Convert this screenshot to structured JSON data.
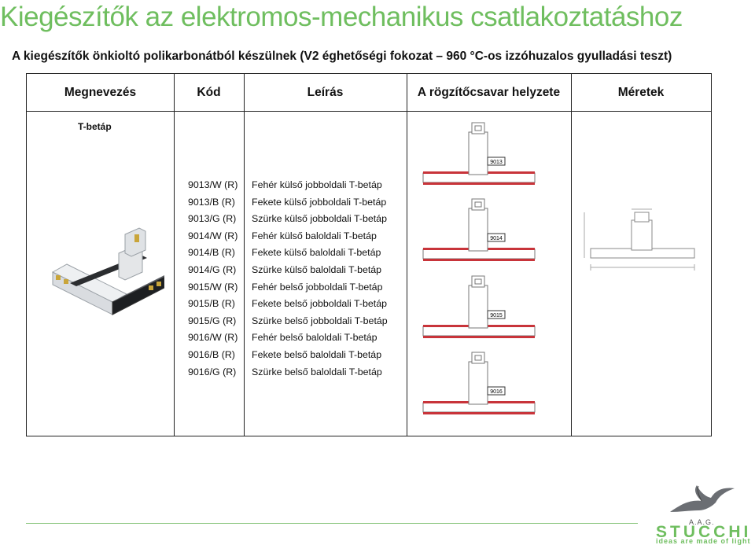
{
  "title": "Kiegészítők az elektromos-mechanikus csatlakoztatáshoz",
  "subtitle": "A kiegészítők önkioltó polikarbonátból készülnek (V2 éghetőségi fokozat – 960 °C-os izzóhuzalos gyulladási teszt)",
  "table": {
    "headers": [
      "Megnevezés",
      "Kód",
      "Leírás",
      "A rögzítőcsavar helyzete",
      "Méretek"
    ],
    "section_label": "T-betáp",
    "rows": [
      {
        "code": "9013/W (R)",
        "description": "Fehér külső jobboldali T-betáp"
      },
      {
        "code": "9013/B (R)",
        "description": "Fekete külső jobboldali T-betáp"
      },
      {
        "code": "9013/G (R)",
        "description": "Szürke külső jobboldali T-betáp"
      },
      {
        "code": "9014/W (R)",
        "description": "Fehér külső baloldali T-betáp"
      },
      {
        "code": "9014/B (R)",
        "description": "Fekete külső baloldali T-betáp"
      },
      {
        "code": "9014/G (R)",
        "description": "Szürke külső baloldali T-betáp"
      },
      {
        "code": "9015/W (R)",
        "description": "Fehér belső jobboldali T-betáp"
      },
      {
        "code": "9015/B (R)",
        "description": "Fekete belső jobboldali T-betáp"
      },
      {
        "code": "9015/G (R)",
        "description": "Szürke belső jobboldali T-betáp"
      },
      {
        "code": "9016/W (R)",
        "description": "Fehér belső baloldali T-betáp"
      },
      {
        "code": "9016/B (R)",
        "description": "Fekete belső baloldali T-betáp"
      },
      {
        "code": "9016/G (R)",
        "description": "Szürke belső baloldali T-betáp"
      }
    ],
    "drawing_tags": [
      "9013",
      "9014",
      "9015",
      "9016"
    ]
  },
  "logo": {
    "aag": "A.A.G.",
    "name": "STUCCHI",
    "tagline": "ideas are made of light"
  },
  "colors": {
    "title_green": "#6fbe5f",
    "track_red": "#c8343a"
  }
}
